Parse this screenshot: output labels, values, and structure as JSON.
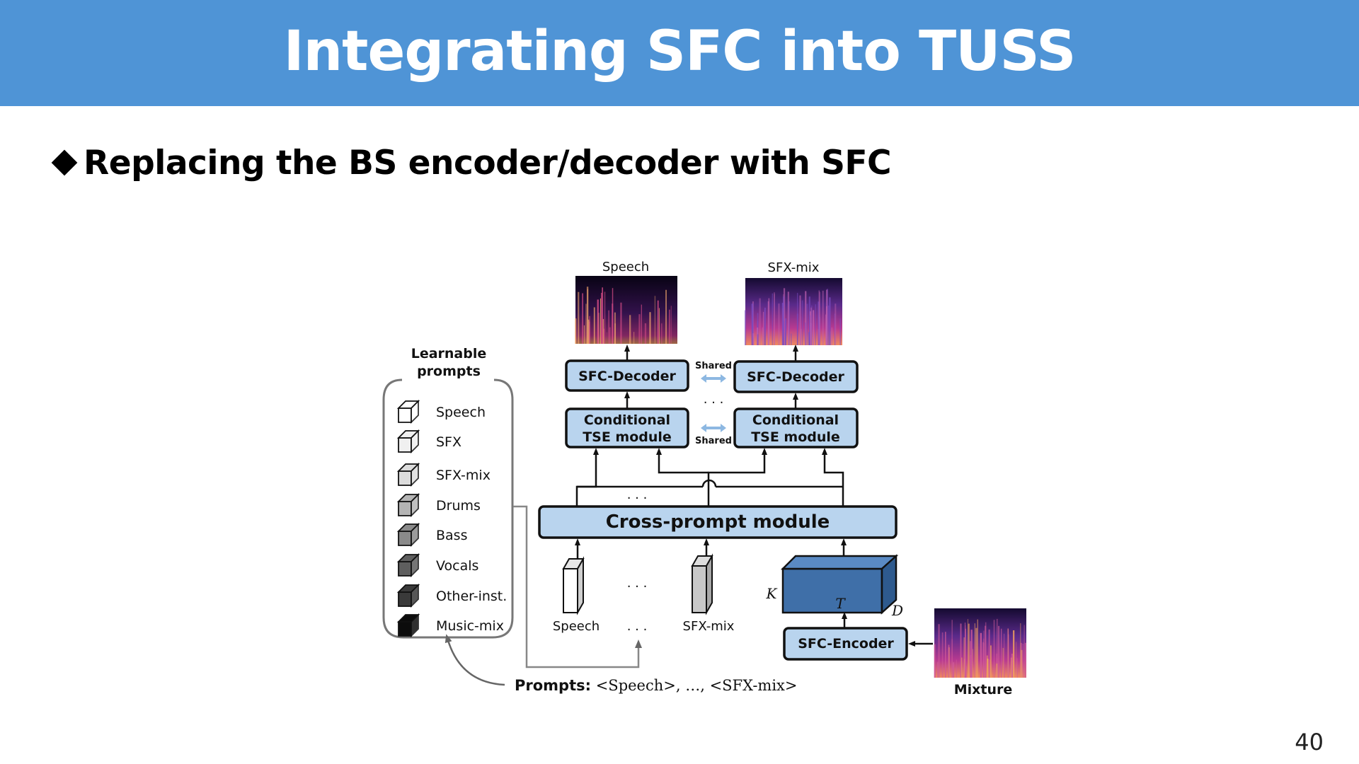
{
  "slide": {
    "title": "Integrating SFC into TUSS",
    "bullet": "Replacing the BS encoder/decoder with SFC",
    "page_number": "40"
  },
  "diagram": {
    "learnable_prompts_title_line1": "Learnable",
    "learnable_prompts_title_line2": "prompts",
    "prompts_list": [
      "Speech",
      "SFX",
      "SFX-mix",
      "Drums",
      "Bass",
      "Vocals",
      "Other-inst.",
      "Music-mix"
    ],
    "output_left_label": "Speech",
    "output_right_label": "SFX-mix",
    "decoder_label": "SFC-Decoder",
    "shared_label": "Shared",
    "tse_line1": "Conditional",
    "tse_line2": "TSE module",
    "cross_prompt_label": "Cross-prompt module",
    "input_left_label": "Speech",
    "input_right_label": "SFX-mix",
    "ellipsis": ". . .",
    "dim_k": "K",
    "dim_t": "T",
    "dim_d": "D",
    "encoder_label": "SFC-Encoder",
    "mixture_label": "Mixture",
    "prompts_caption_bold": "Prompts:",
    "prompts_caption_rest": " <Speech>, …, <SFX-mix>"
  }
}
